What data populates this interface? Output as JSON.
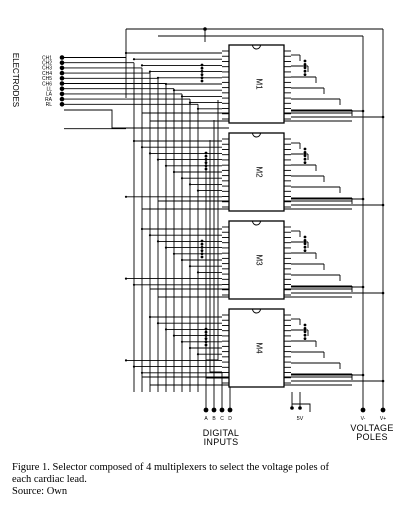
{
  "diagram": {
    "electrodes_title": "ELECTRODES",
    "electrodes": [
      "CH1",
      "CH2",
      "CH3",
      "CH4",
      "CH5",
      "CH6",
      "LL",
      "LA",
      "RA",
      "RL"
    ],
    "multiplexers": [
      "M1",
      "M2",
      "M3",
      "M4"
    ],
    "digital_pins": [
      "A",
      "B",
      "C",
      "D"
    ],
    "digital_label_line1": "DIGITAL",
    "digital_label_line2": "INPUTS",
    "supply_label": "5V",
    "voltage_pins": [
      "V-",
      "V+"
    ],
    "voltage_label_line1": "VOLTAGE",
    "voltage_label_line2": "POLES"
  },
  "caption": {
    "line1": "Figure 1. Selector composed of 4 multiplexers to select the voltage poles of",
    "line2": "each cardiac lead.",
    "line3": "Source: Own"
  }
}
